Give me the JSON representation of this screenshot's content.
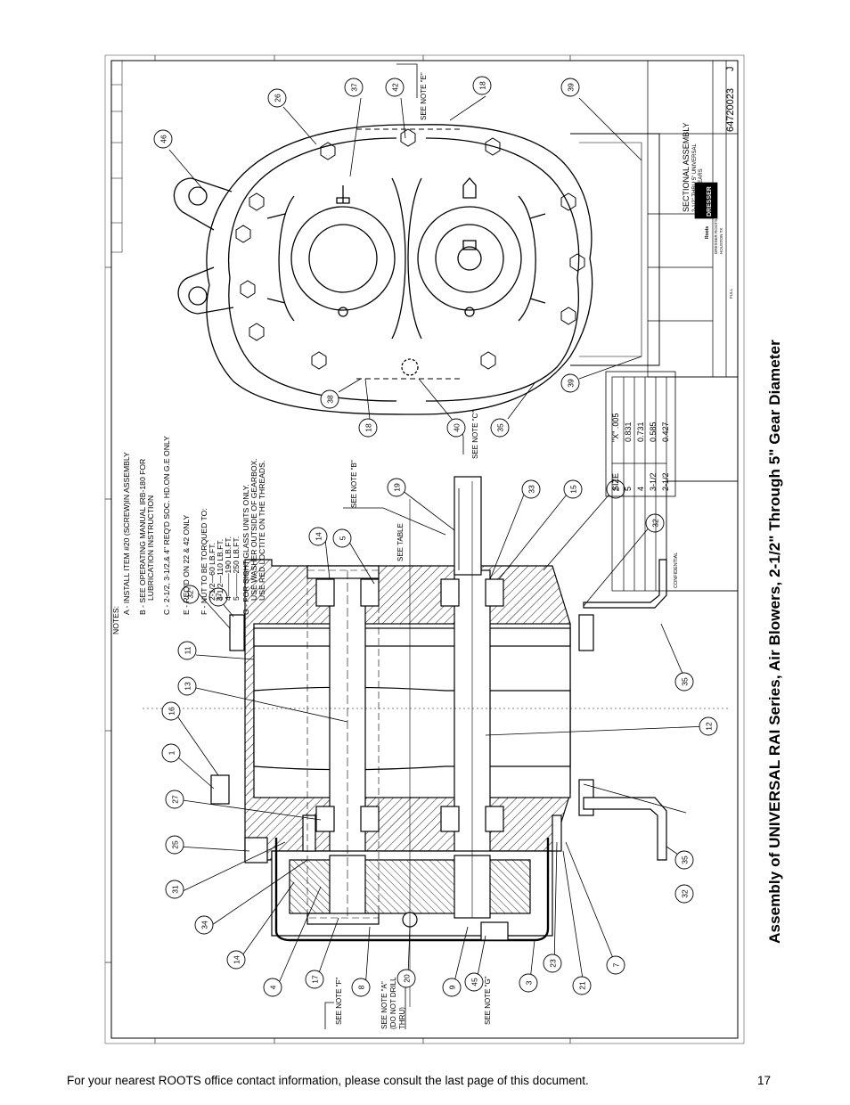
{
  "page": {
    "side_title": "Assembly of UNIVERSAL RAI Series, Air Blowers, 2-1/2\" Through 5\" Gear Diameter",
    "footer": "For your nearest ROOTS office contact information, please consult the last page of this document.",
    "page_number": "17"
  },
  "notes": {
    "heading": "NOTES:",
    "lines": [
      "A - INSTALL ITEM #20 (SCREW)IN ASSEMBLY",
      "B - SEE OPERATING MANUAL IRB-180 FOR",
      "LUBRICATION INSTRUCTION",
      "C - 2-1/2, 3-1/2,& 4\" REQ'D SOC. HD.ON G.E ONLY",
      "E - REQ'D ON 22 & 42 ONLY",
      "F - NUT TO BE TORQUED TO:",
      "2-1/2—60 LB.FT.",
      "3-1/2—110 LB.FT.",
      "4———190 LB.FT.",
      "5———250 LB.FT.",
      "G - FOR SIGHT GLASS UNITS ONLY.",
      "USE WASHER OUTSIDE OF GEARBOX.",
      "USE RED LOCTITE ON THE THREADS."
    ]
  },
  "size_table": {
    "headers": [
      "SIZE",
      "\"X\" .005"
    ],
    "rows": [
      [
        "5",
        "0.831"
      ],
      [
        "4",
        "0.731"
      ],
      [
        "3-1/2",
        "0.585"
      ],
      [
        "2-1/2",
        "0.427"
      ]
    ]
  },
  "callouts": [
    {
      "label": "46"
    },
    {
      "label": "26"
    },
    {
      "label": "37"
    },
    {
      "label": "42"
    },
    {
      "label": "18"
    },
    {
      "label": "39"
    },
    {
      "label": "38"
    },
    {
      "label": "18"
    },
    {
      "label": "40"
    },
    {
      "label": "35"
    },
    {
      "label": "39"
    },
    {
      "label": "32"
    },
    {
      "label": "27"
    },
    {
      "label": "11"
    },
    {
      "label": "14"
    },
    {
      "label": "5"
    },
    {
      "label": "13"
    },
    {
      "label": "16"
    },
    {
      "label": "1"
    },
    {
      "label": "27"
    },
    {
      "label": "25"
    },
    {
      "label": "31"
    },
    {
      "label": "34"
    },
    {
      "label": "14"
    },
    {
      "label": "4"
    },
    {
      "label": "17"
    },
    {
      "label": "8"
    },
    {
      "label": "20"
    },
    {
      "label": "9"
    },
    {
      "label": "45"
    },
    {
      "label": "3"
    },
    {
      "label": "23"
    },
    {
      "label": "21"
    },
    {
      "label": "7"
    },
    {
      "label": "19"
    },
    {
      "label": "33"
    },
    {
      "label": "15"
    },
    {
      "label": "2"
    },
    {
      "label": "32"
    },
    {
      "label": "35"
    },
    {
      "label": "12"
    },
    {
      "label": "35"
    },
    {
      "label": "32"
    }
  ],
  "see_notes": {
    "e": "SEE NOTE \"E\"",
    "c": "SEE NOTE \"C\"",
    "b": "SEE NOTE \"B\"",
    "table": "SEE TABLE",
    "f": "SEE NOTE \"F\"",
    "a1": "SEE NOTE \"A\"",
    "a2": "(DO NOT DRILL",
    "a3": "THRU)",
    "g": "SEE NOTE \"G\""
  },
  "title_block": {
    "title": "SECTIONAL ASSEMBLY",
    "subtitle1": "2-1/2\" THRU 5\" UNIVERSAL",
    "subtitle2": "RAI/URAI GEARS",
    "brand": "DRESSER",
    "brand_sub": "Roots",
    "company": "DRESSER ROOTS, DRESSER, Inc.",
    "location": "HOUSTON TX",
    "drawing_number": "64720023",
    "revision": "J",
    "confidential": "CONFIDENTIAL",
    "scale": "FULL"
  },
  "colors": {
    "line": "#000000",
    "background": "#ffffff"
  }
}
